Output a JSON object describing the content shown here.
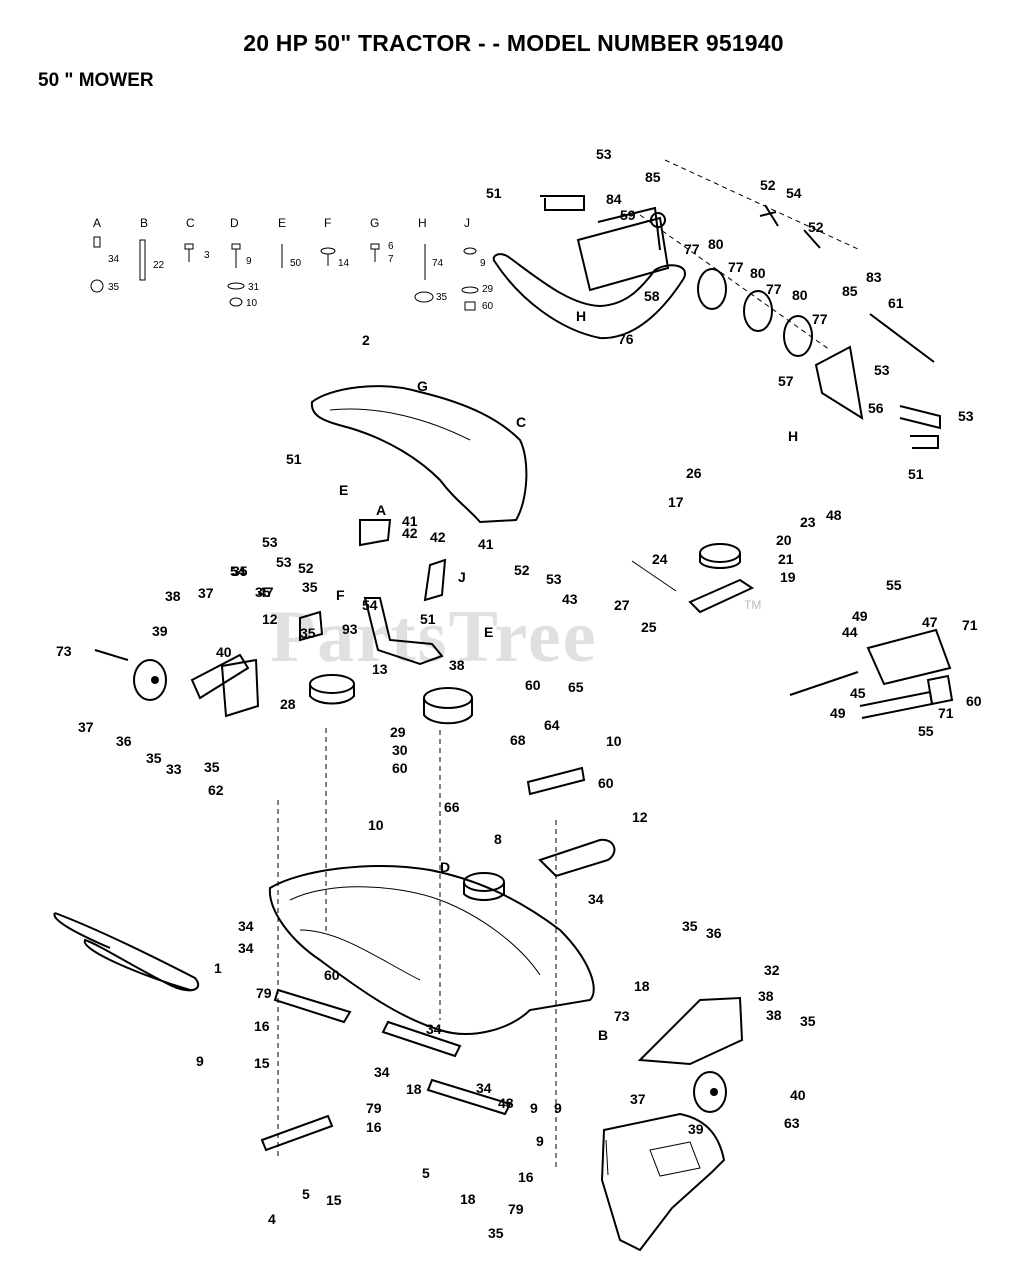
{
  "title": "20 HP 50\" TRACTOR - - MODEL NUMBER  951940",
  "subtitle": "50 \" MOWER",
  "watermark": "PartsTree",
  "watermark_tm": "TM",
  "hardware_legend": [
    {
      "key": "A",
      "parts": [
        "34",
        "35"
      ]
    },
    {
      "key": "B",
      "parts": [
        "22"
      ]
    },
    {
      "key": "C",
      "parts": [
        "3"
      ]
    },
    {
      "key": "D",
      "parts": [
        "9",
        "31",
        "10"
      ]
    },
    {
      "key": "E",
      "parts": [
        "50"
      ]
    },
    {
      "key": "F",
      "parts": [
        "14"
      ]
    },
    {
      "key": "G",
      "parts": [
        "6",
        "7"
      ]
    },
    {
      "key": "H",
      "parts": [
        "74",
        "35"
      ]
    },
    {
      "key": "J",
      "parts": [
        "9",
        "29",
        "60"
      ]
    }
  ],
  "callouts": [
    "53",
    "51",
    "84",
    "59",
    "85",
    "52",
    "54",
    "52",
    "58",
    "77",
    "80",
    "77",
    "80",
    "77",
    "80",
    "77",
    "85",
    "83",
    "61",
    "53",
    "57",
    "56",
    "53",
    "51",
    "H",
    "H",
    "76",
    "2",
    "G",
    "C",
    "26",
    "17",
    "48",
    "23",
    "20",
    "21",
    "24",
    "19",
    "27",
    "25",
    "51",
    "E",
    "A",
    "41",
    "42",
    "42",
    "41",
    "53",
    "53",
    "52",
    "54",
    "35",
    "35",
    "54",
    "52",
    "53",
    "51",
    "43",
    "E",
    "J",
    "F",
    "93",
    "12",
    "35",
    "13",
    "38",
    "38",
    "37",
    "39",
    "73",
    "40",
    "37",
    "36",
    "35",
    "33",
    "35",
    "35",
    "47",
    "55",
    "49",
    "44",
    "47",
    "71",
    "45",
    "49",
    "71",
    "55",
    "60",
    "60",
    "65",
    "64",
    "68",
    "10",
    "60",
    "28",
    "29",
    "30",
    "60",
    "62",
    "66",
    "10",
    "8",
    "12",
    "D",
    "34",
    "34",
    "34",
    "60",
    "1",
    "18",
    "79",
    "16",
    "15",
    "34",
    "34",
    "34",
    "48",
    "9",
    "9",
    "9",
    "9",
    "B",
    "18",
    "79",
    "16",
    "5",
    "4",
    "5",
    "15",
    "16",
    "18",
    "79",
    "35",
    "35",
    "36",
    "32",
    "38",
    "38",
    "35",
    "73",
    "37",
    "40",
    "39",
    "63"
  ]
}
